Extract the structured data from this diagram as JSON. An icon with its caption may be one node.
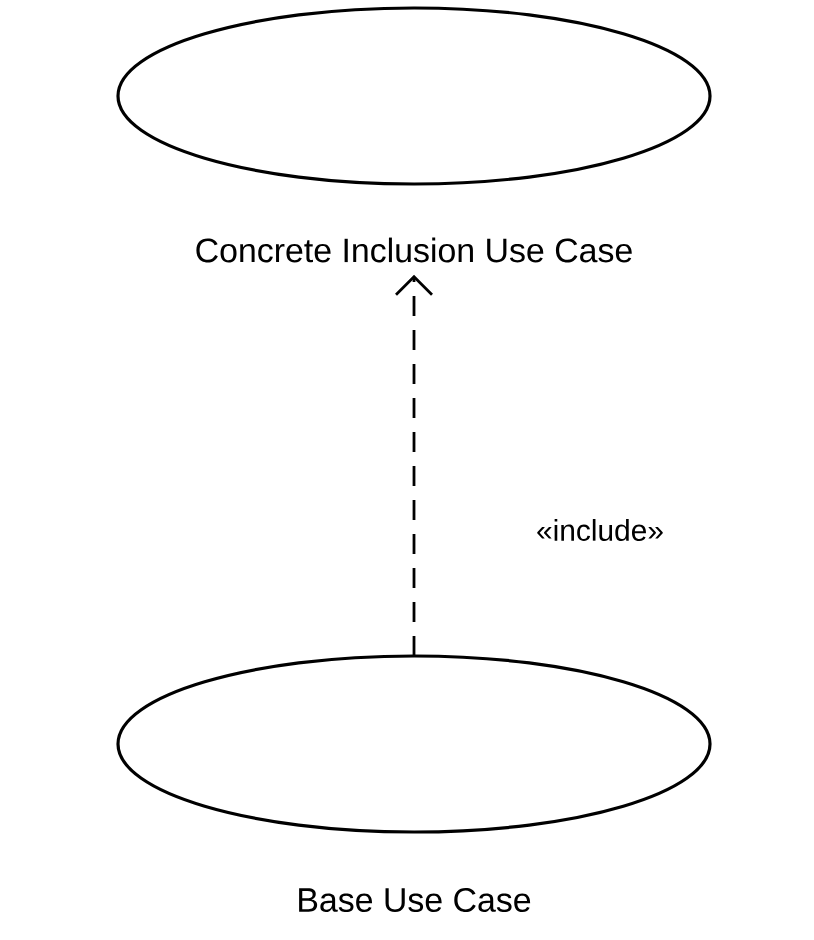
{
  "diagram": {
    "nodes": [
      {
        "text": [
          "Concrete Inclusion Use Case"
        ]
      },
      {
        "text": [
          "Base Use Case"
        ]
      }
    ],
    "edges": [
      {
        "from": 1,
        "to": 0,
        "arrow": "to",
        "style": "dashed",
        "label": "«include»"
      }
    ]
  }
}
